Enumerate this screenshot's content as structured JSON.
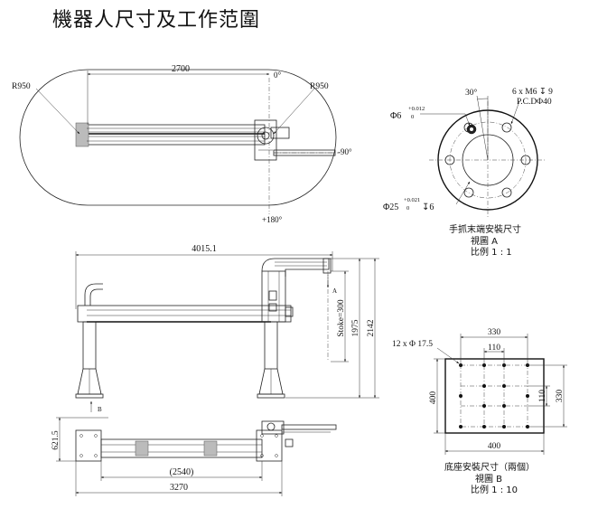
{
  "title": "機器人尺寸及工作范圍",
  "top_view": {
    "d_2700": "2700",
    "a_0": "0°",
    "r_left": "R950",
    "r_right": "R950",
    "a_neg90": "-90°",
    "a_pos180": "+180°"
  },
  "flange_view": {
    "d_30": "30°",
    "holes": "6 x M6 ↧ 9",
    "pcd": "P.C.DΦ40",
    "pin": "Φ6",
    "pin_tol_up": "+0.012",
    "pin_tol_low": "0",
    "bore": "Φ25",
    "bore_tol_up": "+0.021",
    "bore_tol_low": "0",
    "bore_depth": "↧6",
    "caption1": "手抓末端安裝尺寸",
    "caption2": "視圖 A",
    "caption3": "比例 1 : 1"
  },
  "front_view": {
    "d_4015": "4015.1",
    "stroke": "Stoke=300",
    "d_1975": "1975",
    "d_2142": "2142",
    "label_a": "A"
  },
  "base_view": {
    "holes": "12 x Φ 17.5",
    "d_330_top": "330",
    "d_110_top": "110",
    "d_400_left": "400",
    "d_110_right": "110",
    "d_330_right": "330",
    "d_400_bottom": "400",
    "caption1": "底座安裝尺寸（兩個）",
    "caption2": "視圖 B",
    "caption3": "比例 1 : 10"
  },
  "plan_view": {
    "d_621": "621.5",
    "d_2540": "(2540)",
    "d_3270": "3270",
    "label_b": "B"
  }
}
